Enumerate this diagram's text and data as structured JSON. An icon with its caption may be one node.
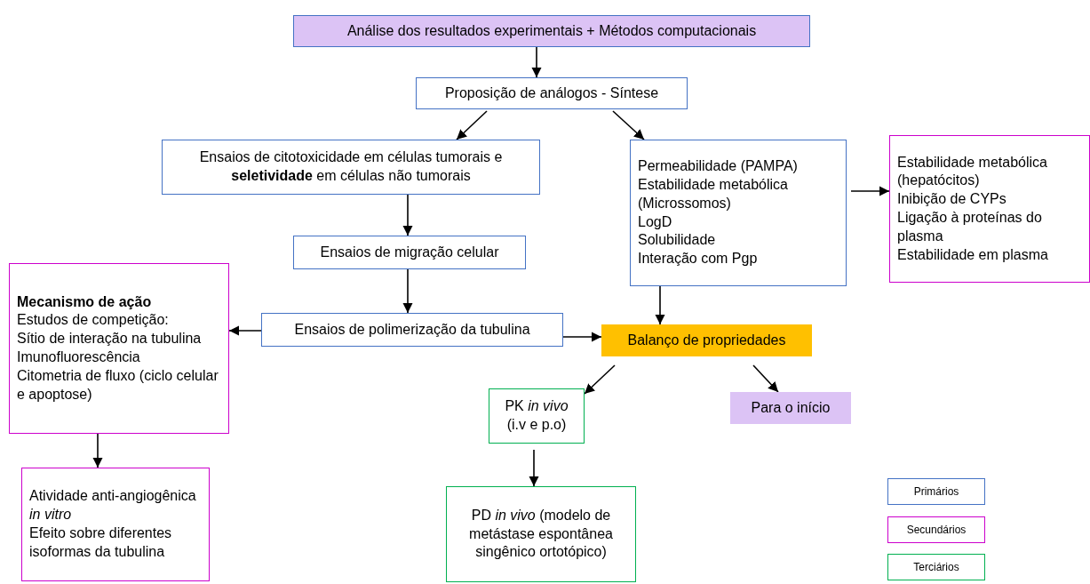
{
  "diagram": {
    "nodes": [
      {
        "text": [
          "Análise dos resultados experimentais + Métodos computacionais"
        ]
      },
      {
        "text": [
          "Proposição de análogos - Síntese"
        ]
      },
      {
        "text": [
          "Ensaios de citotoxicidade em células tumorais e **seletividade** em células não tumorais"
        ]
      },
      {
        "text": [
          "Permeabilidade (PAMPA)",
          "Estabilidade metabólica (Microssomos)",
          "LogD",
          "Solubilidade",
          "Interação com Pgp"
        ]
      },
      {
        "text": [
          "Estabilidade metabólica (hepatócitos)",
          "Inibição de CYPs",
          "Ligação à proteínas do plasma",
          "Estabilidade em plasma"
        ]
      },
      {
        "text": [
          "Ensaios de migração celular"
        ]
      },
      {
        "text": [
          "Mecanismo de ação",
          "Estudos de competição:",
          "Sítio de interação na tubulina",
          "Imunofluorescência",
          "Citometria de fluxo (ciclo celular e apoptose)"
        ]
      },
      {
        "text": [
          "Ensaios de polimerização da tubulina"
        ]
      },
      {
        "text": [
          "Balanço de propriedades"
        ]
      },
      {
        "text": [
          "PK *in vivo* (i.v e p.o)"
        ]
      },
      {
        "text": [
          "Para o início"
        ]
      },
      {
        "text": [
          "Atividade anti-angiogênica *in vitro*",
          "Efeito sobre diferentes isoformas da tubulina"
        ]
      },
      {
        "text": [
          "PD *in vivo* (modelo de metástase espontânea singênico ortotópico)"
        ]
      }
    ],
    "edges": [
      {
        "from": 0,
        "to": 1,
        "arrow": "to"
      },
      {
        "from": 1,
        "to": 2,
        "arrow": "to"
      },
      {
        "from": 1,
        "to": 3,
        "arrow": "to"
      },
      {
        "from": 3,
        "to": 4,
        "arrow": "to"
      },
      {
        "from": 2,
        "to": 5,
        "arrow": "to"
      },
      {
        "from": 5,
        "to": 7,
        "arrow": "to"
      },
      {
        "from": 7,
        "to": 6,
        "arrow": "to"
      },
      {
        "from": 7,
        "to": 8,
        "arrow": "to"
      },
      {
        "from": 3,
        "to": 8,
        "arrow": "to"
      },
      {
        "from": 8,
        "to": 9,
        "arrow": "to"
      },
      {
        "from": 8,
        "to": 10,
        "arrow": "to"
      },
      {
        "from": 6,
        "to": 11,
        "arrow": "to"
      },
      {
        "from": 9,
        "to": 12,
        "arrow": "to"
      }
    ],
    "legend": [
      {
        "text": "Primários",
        "color": "#4472c4"
      },
      {
        "text": "Secundários",
        "color": "#cc00cc"
      },
      {
        "text": "Terciários",
        "color": "#00b050"
      }
    ]
  }
}
